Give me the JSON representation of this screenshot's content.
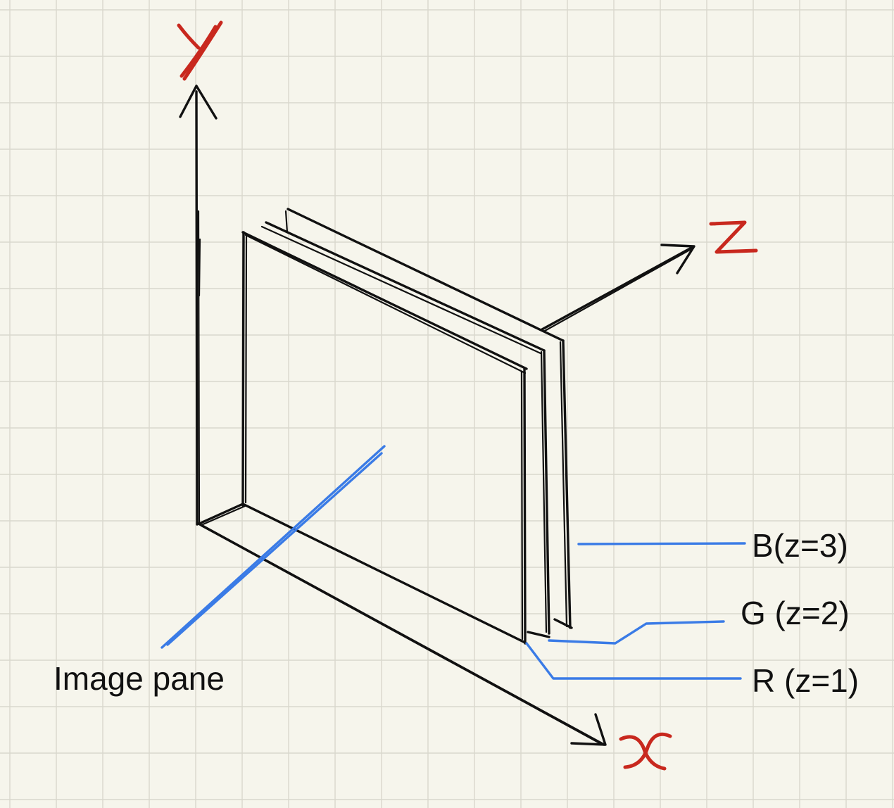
{
  "axes": {
    "y": "y",
    "z": "z",
    "x": "x"
  },
  "labels": {
    "image_pane": "Image pane",
    "channel_b": "B(z=3)",
    "channel_g": "G (z=2)",
    "channel_r": "R (z=1)"
  },
  "colors": {
    "background": "#f6f5ec",
    "grid": "#d9d8cd",
    "ink": "#111111",
    "callout": "#3a7be6",
    "axis_letter": "#c8281e"
  }
}
